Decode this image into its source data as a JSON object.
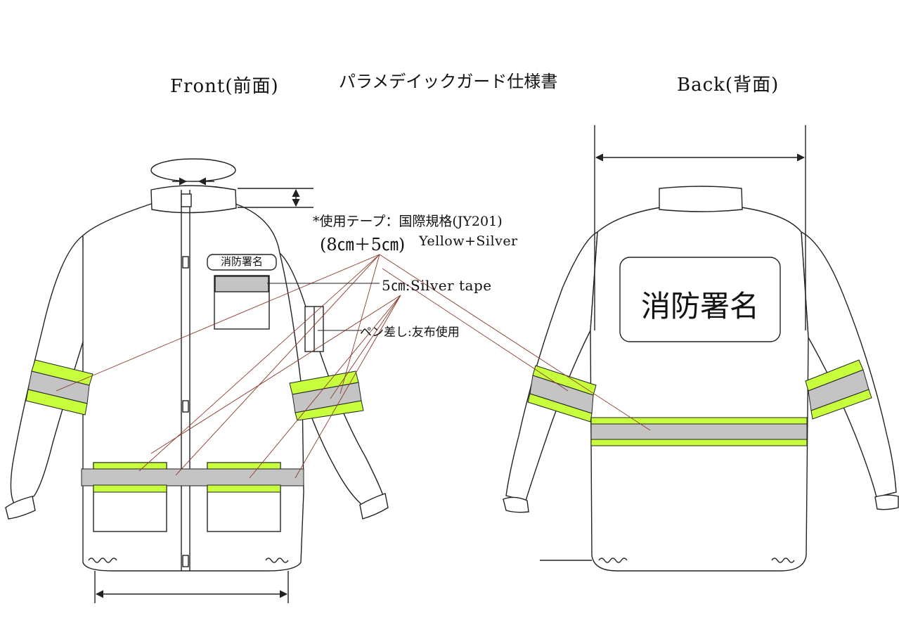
{
  "titles": {
    "front": "Front(前面)",
    "main": "パラメデイックガード仕様書",
    "back": "Back(背面)"
  },
  "specs": {
    "tape_spec": "*使用テープ：国際規格(JY201)",
    "tape_size": "(8㎝＋5㎝)",
    "tape_colors": "Yellow+Silver",
    "silver_tape": "5㎝:Silver tape",
    "pen_holder": "ペン差し:友布使用"
  },
  "labels": {
    "station_name_front": "消防署名",
    "station_name_back": "消防署名"
  },
  "colors": {
    "outline": "#222222",
    "tape_yellow": "#c8ff3c",
    "tape_silver": "#c4c4c4",
    "leader_line": "#8a3b2b",
    "background": "#ffffff"
  }
}
